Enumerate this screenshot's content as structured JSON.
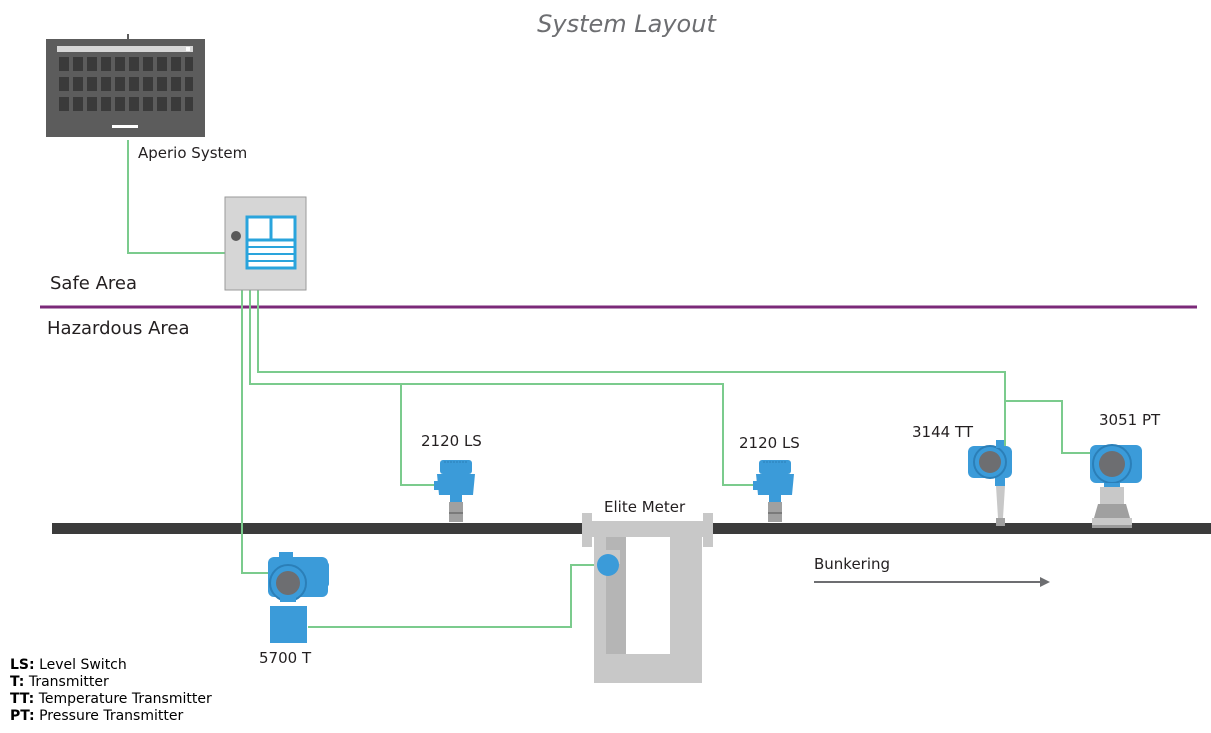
{
  "title": "System Layout",
  "colors": {
    "wire": "#7bcb8d",
    "boundary": "#7b2a79",
    "pipe": "#3b3b3b",
    "device_blue": "#3b9bd9",
    "metal": "#c8c8c8",
    "panel": "#5c5c5c"
  },
  "areas": {
    "safe": "Safe Area",
    "hazardous": "Hazardous Area"
  },
  "devices": {
    "aperio": "Aperio System",
    "ls1": "2120 LS",
    "ls2": "2120 LS",
    "tt": "3144 TT",
    "pt": "3051 PT",
    "meter": "Elite Meter",
    "transmitter": "5700 T"
  },
  "flow": "Bunkering",
  "legend": [
    {
      "abbr": "LS:",
      "text": "Level Switch"
    },
    {
      "abbr": "T:",
      "text": "Transmitter"
    },
    {
      "abbr": "TT:",
      "text": "Temperature Transmitter"
    },
    {
      "abbr": "PT:",
      "text": "Pressure Transmitter"
    }
  ]
}
